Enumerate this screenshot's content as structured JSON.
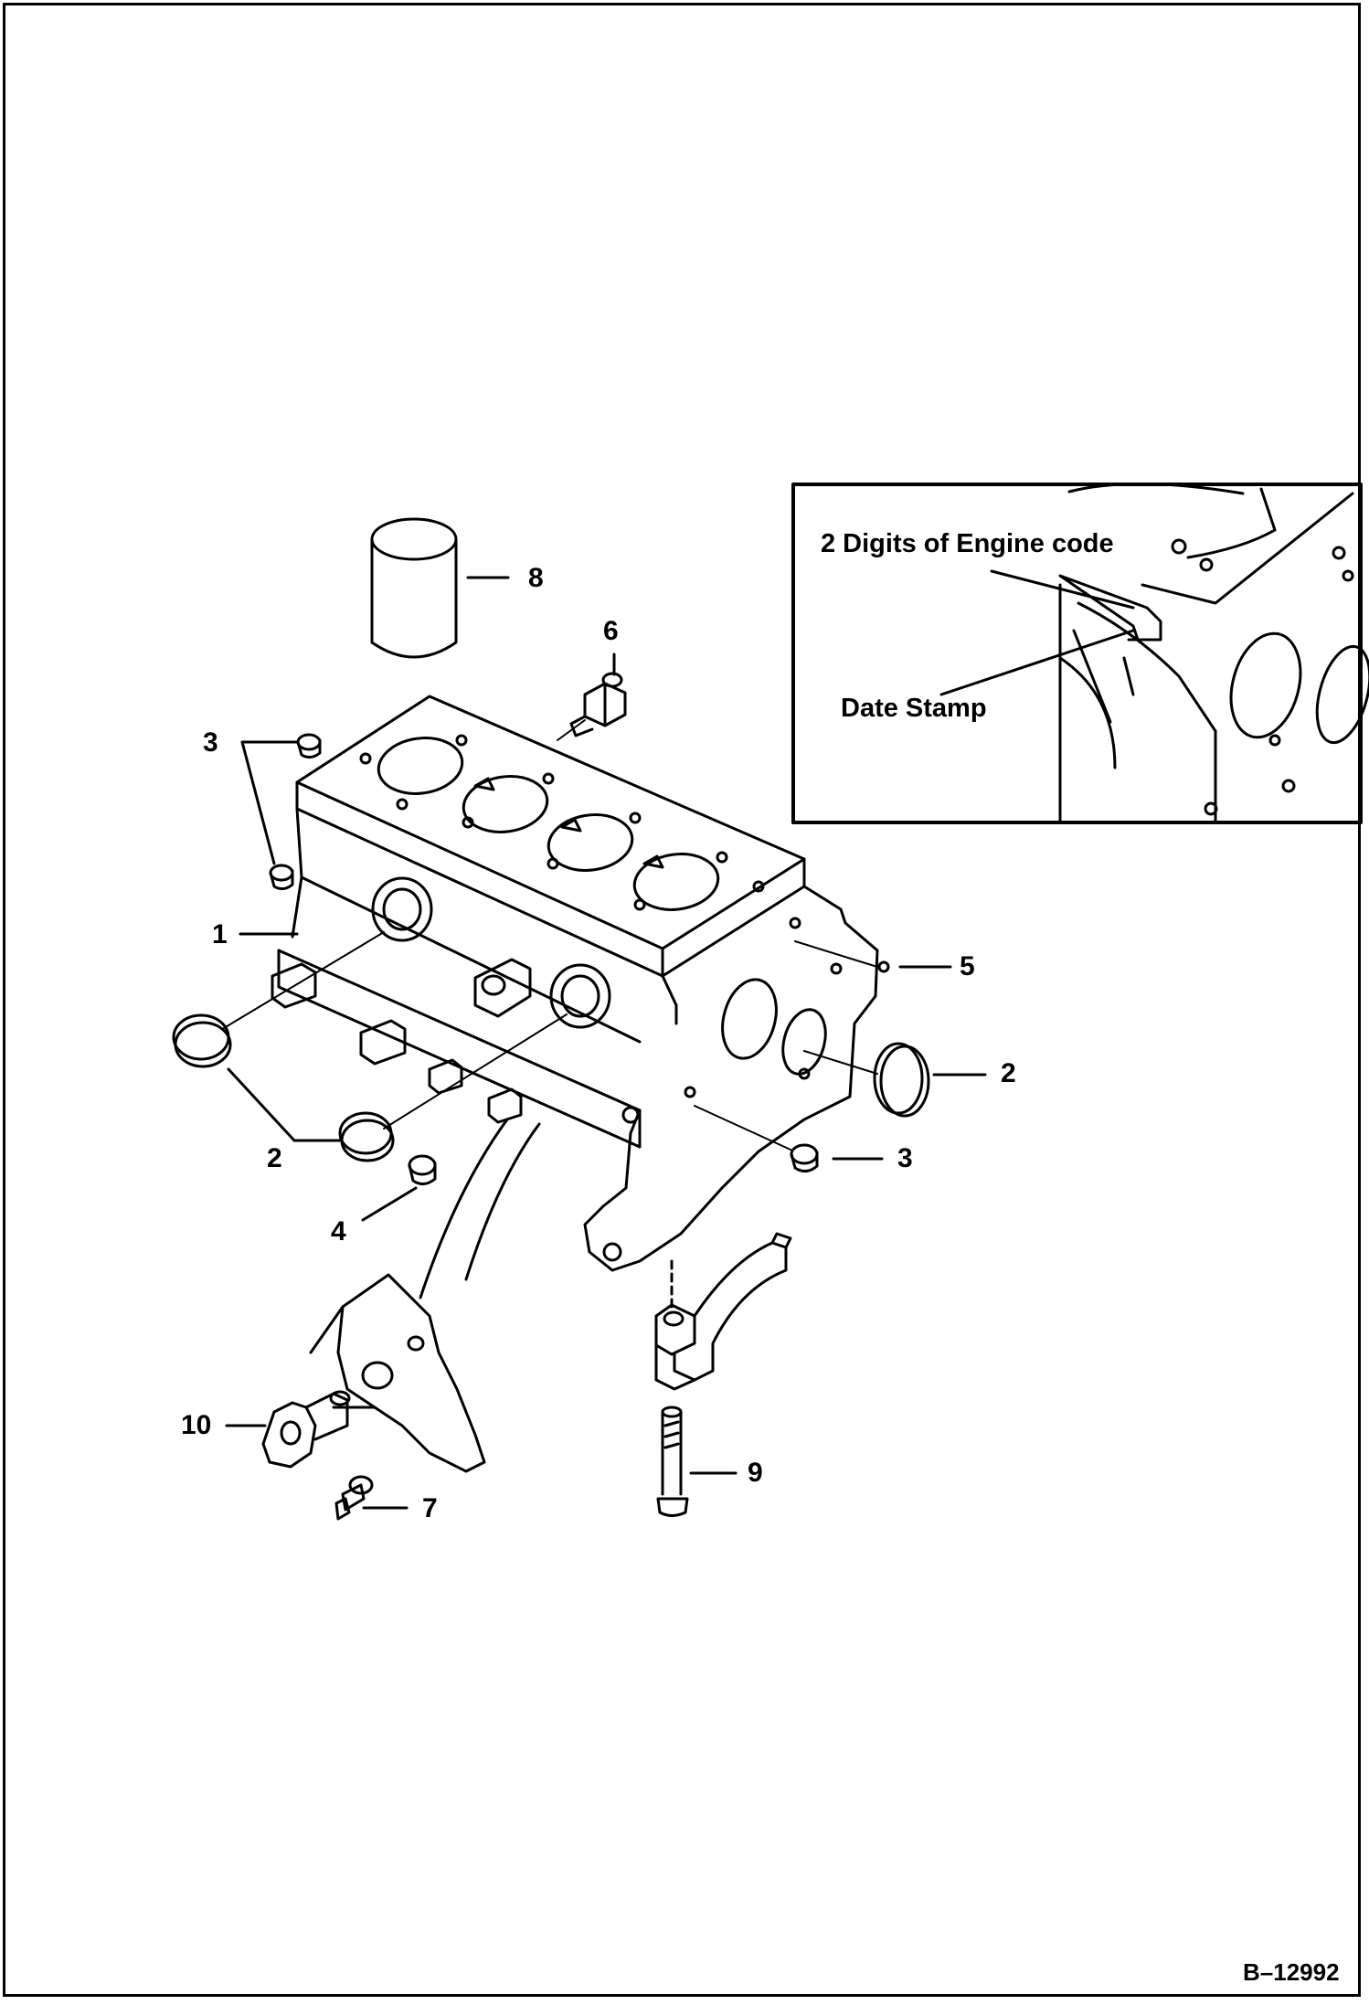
{
  "figure_id": "B–12992",
  "callouts": [
    {
      "id": "1",
      "part": "cylinder-block"
    },
    {
      "id": "2",
      "part": "seal-ring"
    },
    {
      "id": "3",
      "part": "plug"
    },
    {
      "id": "4",
      "part": "drain-plug"
    },
    {
      "id": "5",
      "part": "ball-plug"
    },
    {
      "id": "6",
      "part": "sensor"
    },
    {
      "id": "7",
      "part": "bolt"
    },
    {
      "id": "8",
      "part": "cylinder-sleeve"
    },
    {
      "id": "9",
      "part": "bolt"
    },
    {
      "id": "10",
      "part": "valve"
    }
  ],
  "inset": {
    "engine_code_label": "2 Digits of Engine code",
    "date_stamp_label": "Date Stamp"
  }
}
